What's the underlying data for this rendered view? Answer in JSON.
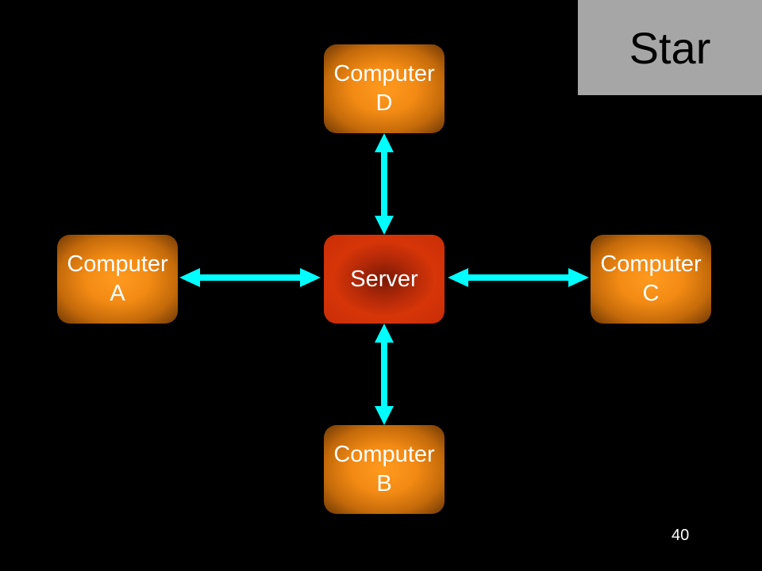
{
  "title": "Star",
  "page_number": "40",
  "server": {
    "label": "Server"
  },
  "computers": {
    "a": {
      "label": "Computer\nA"
    },
    "b": {
      "label": "Computer\nB"
    },
    "c": {
      "label": "Computer\nC"
    },
    "d": {
      "label": "Computer\nD"
    }
  },
  "colors": {
    "background": "#000000",
    "title_box": "#a6a6a6",
    "computer_fill": "#f28a14",
    "server_fill": "#d63508",
    "connector": "#00ffff"
  }
}
